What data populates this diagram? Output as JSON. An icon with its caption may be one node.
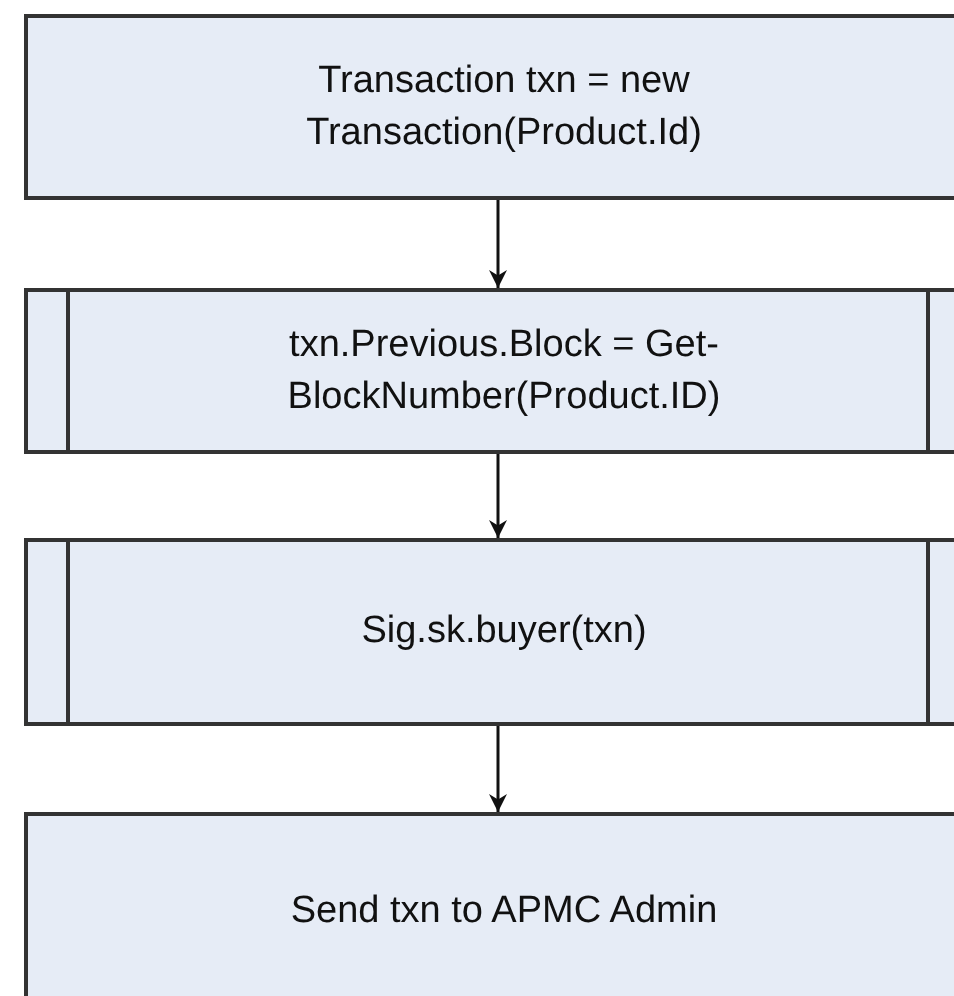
{
  "diagram": {
    "nodes": [
      {
        "text": [
          "Transaction txn = new Transaction(Product.Id)"
        ]
      },
      {
        "text": [
          "txn.Previous.Block = Get-BlockNumber(Product.ID)"
        ]
      },
      {
        "text": [
          "Sig.sk.buyer(txn)"
        ]
      },
      {
        "text": [
          "Send txn to APMC Admin"
        ]
      }
    ],
    "edges": [
      {
        "from": 0,
        "to": 1,
        "arrow": "to"
      },
      {
        "from": 1,
        "to": 2,
        "arrow": "to"
      },
      {
        "from": 2,
        "to": 3,
        "arrow": "to"
      }
    ]
  }
}
